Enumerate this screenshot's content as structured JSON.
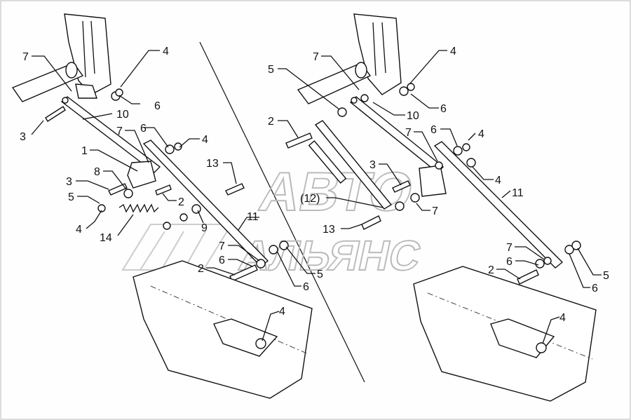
{
  "watermark": {
    "line1": "АВТО",
    "line2": "АЛЬЯНС"
  },
  "left_panel": {
    "callouts": [
      "7",
      "4",
      "6",
      "3",
      "10",
      "7",
      "6",
      "4",
      "1",
      "8",
      "3",
      "5",
      "4",
      "14",
      "2",
      "9",
      "13",
      "11",
      "7",
      "6",
      "2",
      "5",
      "6",
      "4"
    ]
  },
  "right_panel": {
    "callouts": [
      "7",
      "4",
      "5",
      "6",
      "2",
      "10",
      "7",
      "6",
      "4",
      "3",
      "(12)",
      "4",
      "11",
      "13",
      "7",
      "7",
      "6",
      "2",
      "5",
      "6",
      "4"
    ]
  }
}
